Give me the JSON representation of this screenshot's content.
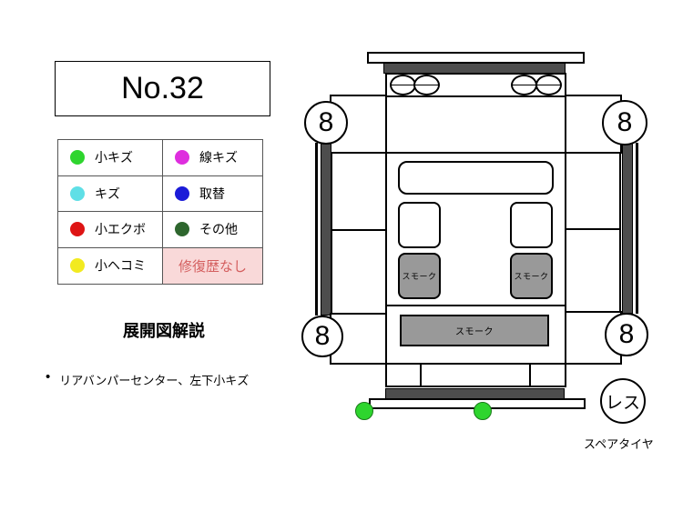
{
  "title_card": {
    "number": "No.32"
  },
  "legend": {
    "items": [
      {
        "label": "小キズ",
        "color": "#2ed52e"
      },
      {
        "label": "線キズ",
        "color": "#de2ede"
      },
      {
        "label": "キズ",
        "color": "#5fdfe6"
      },
      {
        "label": "取替",
        "color": "#1b1bd8"
      },
      {
        "label": "小エクボ",
        "color": "#de1414"
      },
      {
        "label": "その他",
        "color": "#2e662e"
      },
      {
        "label": "小ヘコミ",
        "color": "#f2ea20"
      },
      {
        "label": "修復歴なし",
        "color": "#d45f5f",
        "bg": "#f9d9d9"
      }
    ]
  },
  "notes": {
    "heading": "展開図解説",
    "items": [
      "リアバンパーセンター、左下小キズ"
    ]
  },
  "diagram": {
    "wheel_ratings": {
      "front_left": "8",
      "front_right": "8",
      "rear_left": "8",
      "rear_right": "8"
    },
    "windows": {
      "rear_left_door": "スモーク",
      "rear_right_door": "スモーク",
      "rear_glass": "スモーク",
      "smoke_color": "#999999"
    },
    "damage_marks": [
      {
        "location": "rear-bumper-lower-left",
        "type": "小キズ",
        "color": "#2ed52e"
      },
      {
        "location": "rear-bumper-center",
        "type": "小キズ",
        "color": "#2ed52e"
      }
    ],
    "spare_tire": {
      "badge": "レス",
      "label": "スペアタイヤ"
    }
  }
}
